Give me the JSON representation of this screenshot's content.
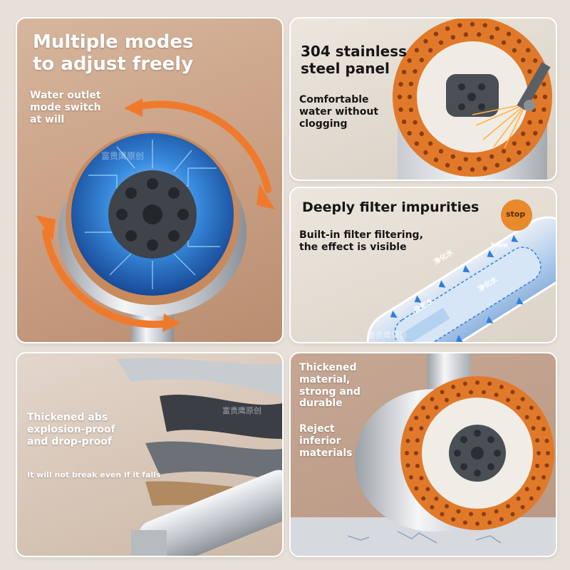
{
  "panel1": {
    "title_line1": "Multiple modes",
    "title_line2": "to adjust freely",
    "caption": [
      "Water outlet",
      "mode switch",
      "at will"
    ]
  },
  "panel2": {
    "title_line1": "304 stainless",
    "title_line2": "steel panel",
    "caption": [
      "Comfortable",
      "water without",
      "clogging"
    ]
  },
  "panel3": {
    "title": "Deeply filter impurities",
    "caption": [
      "Built-in filter filtering,",
      "the effect is visible"
    ],
    "button_label": "stop",
    "filter_labels": [
      "净化水",
      "自来水",
      "净化水",
      "3mm"
    ]
  },
  "panel4": {
    "caption": [
      "Thickened abs",
      "explosion-proof",
      "and drop-proof"
    ],
    "note": "It will not break even if it falls"
  },
  "panel5": {
    "caption_a": [
      "Thickened",
      "material,",
      "strong and",
      "durable"
    ],
    "caption_b": [
      "Reject",
      "inferior",
      "materials"
    ]
  },
  "watermark": "富贵鹰原创",
  "colors": {
    "accent_orange": "#f07a2c",
    "copper": "#d8732a",
    "chrome": "#e7e9ec",
    "nozzle": "#454a50",
    "water_blue": "#2f7fd9"
  }
}
